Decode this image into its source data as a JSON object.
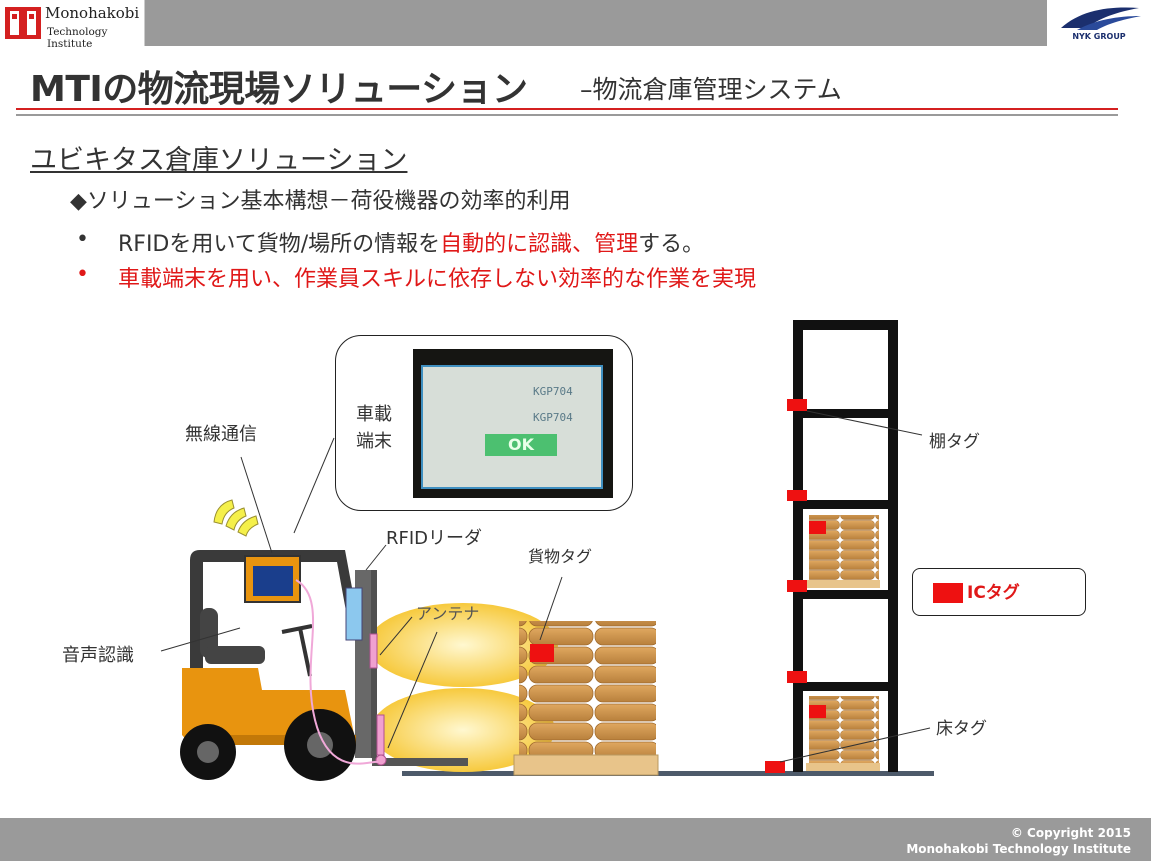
{
  "header": {
    "org_name_line1": "Monohakobi",
    "org_name_line2": "Technology Institute",
    "partner_logo_text": "NYK GROUP"
  },
  "title": "MTIの物流現場ソリューション",
  "subtitle": "–物流倉庫管理システム",
  "heading": "ユビキタス倉庫ソリューション",
  "line1": "◆ソリューション基本構想－荷役機器の効率的利用",
  "bullets": {
    "marker": "•",
    "b1_prefix": "RFIDを用いて貨物/場所の情報を",
    "b1_red": "自動的に認識、管理",
    "b1_suffix": "する。",
    "b2": "車載端末を用い、作業員スキルに依存しない効率的な作業を実現"
  },
  "diagram": {
    "wireless_label": "無線通信",
    "terminal_label_line1": "車載",
    "terminal_label_line2": "端末",
    "rfid_reader_label": "RFIDリーダ",
    "cargo_tag_label": "貨物タグ",
    "antenna_label": "アンテナ",
    "voice_label": "音声認識",
    "shelf_tag_label": "棚タグ",
    "floor_tag_label": "床タグ",
    "ic_tag_label": "ICタグ",
    "screen": {
      "field1": "KGP704",
      "field2": "KGP704",
      "ok_button": "OK"
    }
  },
  "footer": {
    "copyright": "© Copyright 2015",
    "company": "Monohakobi Technology Institute"
  },
  "colors": {
    "accent_red": "#e01818",
    "bar_gray": "#9a9a9a",
    "forklift_orange": "#e8940f",
    "tag_red": "#ee1111"
  }
}
